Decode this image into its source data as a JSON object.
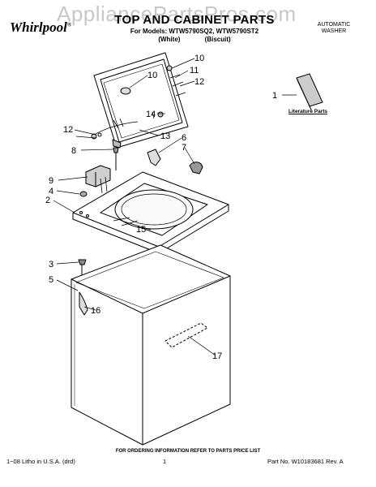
{
  "header": {
    "watermark": "AppliancePartsPros.com",
    "brand": "Whirlpool",
    "brand_mark": "®",
    "title": "TOP AND CABINET PARTS",
    "models": "For Models: WTW5790SQ2, WTW5790ST2",
    "color_white": "(White)",
    "color_biscuit": "(Biscuit)",
    "appliance_line1": "AUTOMATIC",
    "appliance_line2": "WASHER"
  },
  "diagram": {
    "literature_label": "Literature Parts",
    "callouts": [
      {
        "id": "c1",
        "text": "1"
      },
      {
        "id": "c2",
        "text": "2"
      },
      {
        "id": "c3",
        "text": "3"
      },
      {
        "id": "c4",
        "text": "4"
      },
      {
        "id": "c5",
        "text": "5"
      },
      {
        "id": "c6",
        "text": "6"
      },
      {
        "id": "c7",
        "text": "7"
      },
      {
        "id": "c8",
        "text": "8"
      },
      {
        "id": "c9",
        "text": "9"
      },
      {
        "id": "c10a",
        "text": "10"
      },
      {
        "id": "c10b",
        "text": "10"
      },
      {
        "id": "c11",
        "text": "11"
      },
      {
        "id": "c12a",
        "text": "12"
      },
      {
        "id": "c12b",
        "text": "12"
      },
      {
        "id": "c13",
        "text": "13"
      },
      {
        "id": "c14",
        "text": "14"
      },
      {
        "id": "c15",
        "text": "15"
      },
      {
        "id": "c16",
        "text": "16"
      },
      {
        "id": "c17",
        "text": "17"
      }
    ]
  },
  "footer": {
    "note": "FOR ORDERING INFORMATION REFER TO PARTS PRICE LIST",
    "litho": "1−08 Litho in U.S.A. (drd)",
    "page": "1",
    "part_no": "Part No. W10183681 Rev. A"
  }
}
